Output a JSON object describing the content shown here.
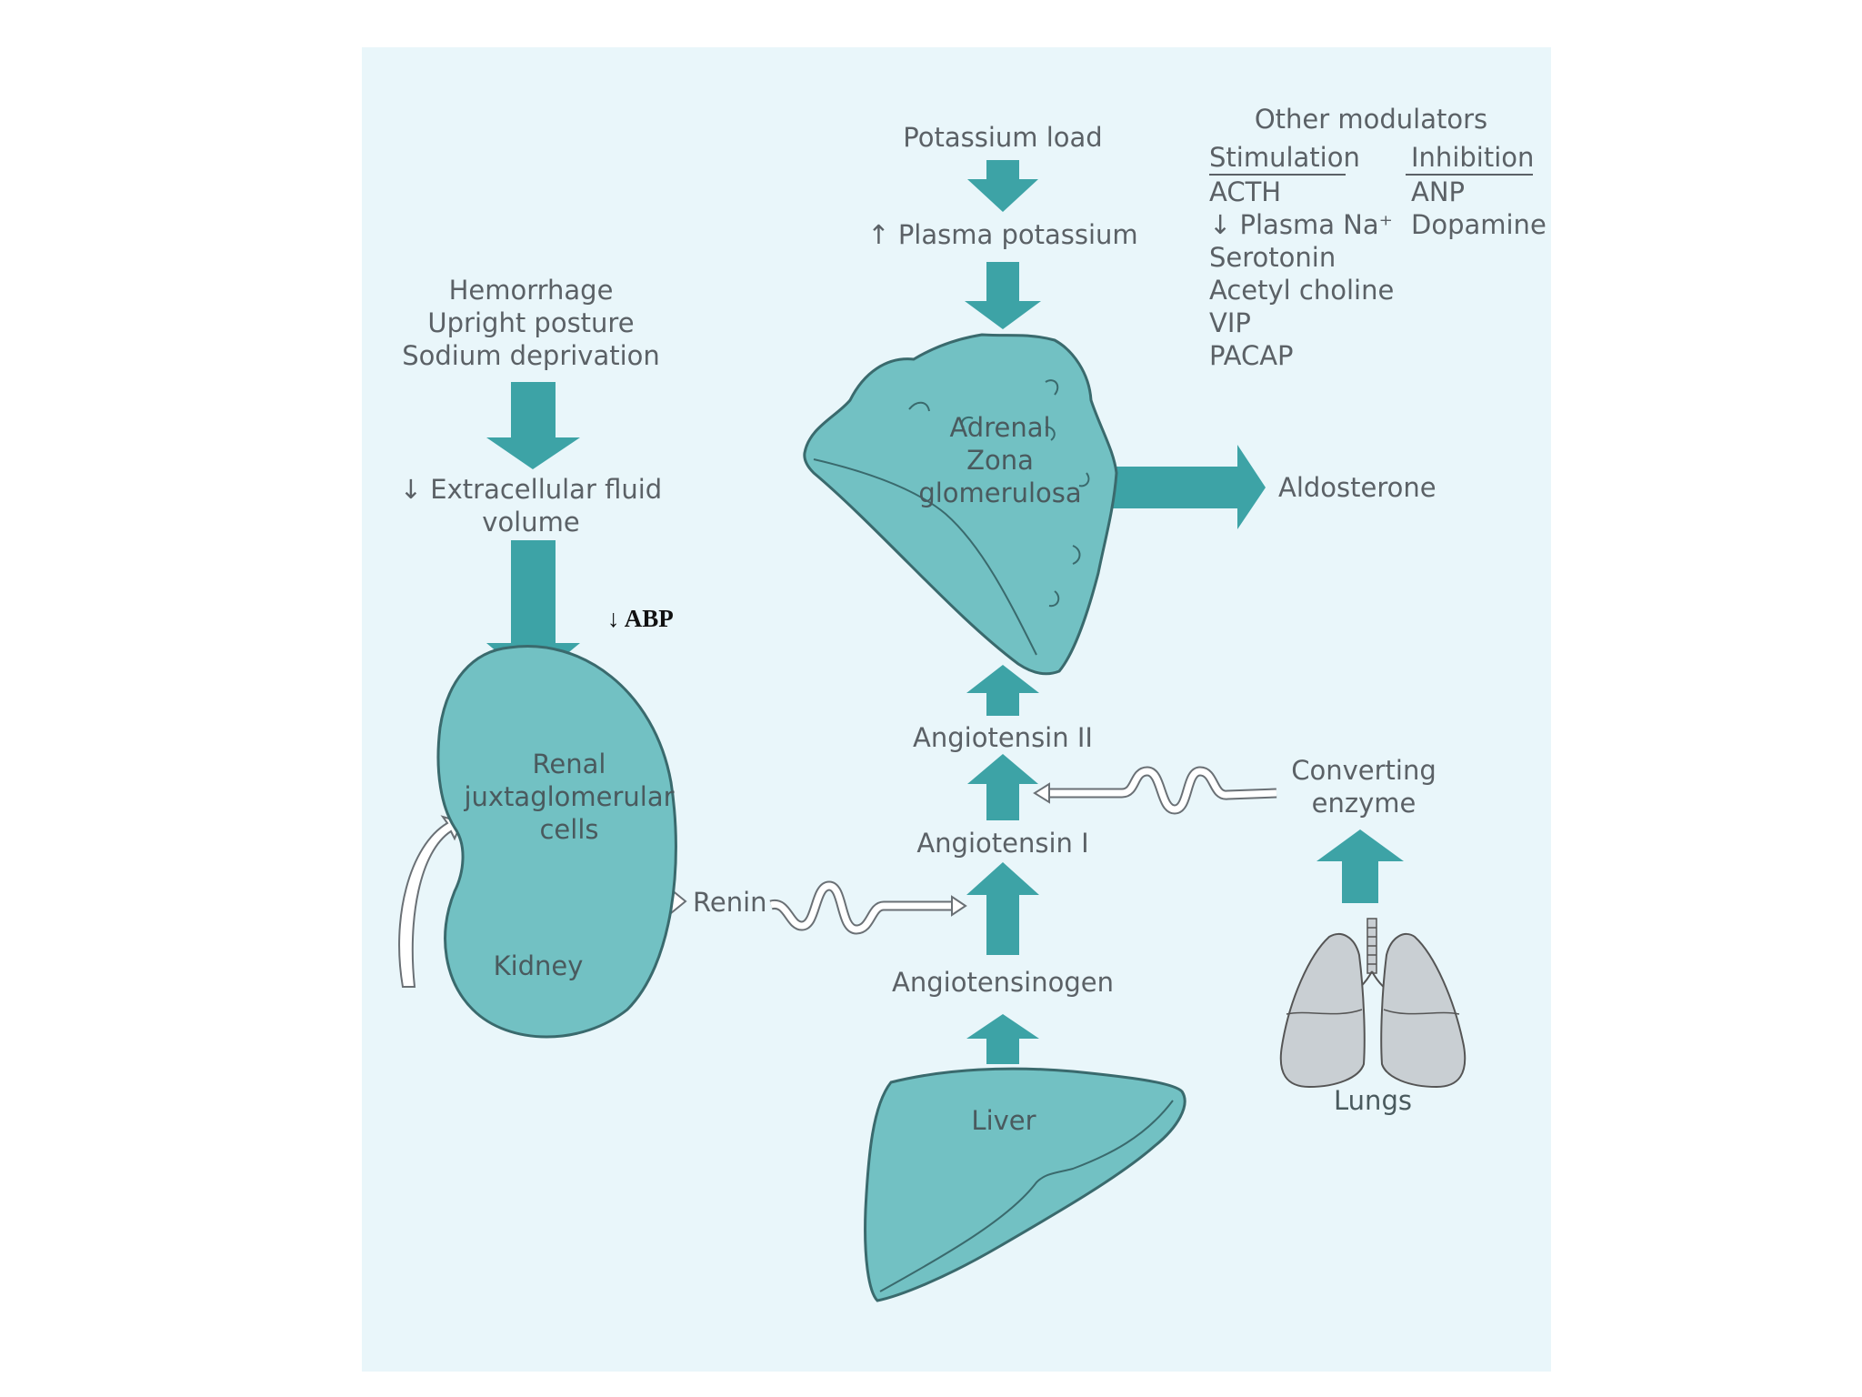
{
  "colors": {
    "teal": "#3da3a6",
    "organ_fill": "#72c1c3",
    "slide_bg": "#e9f6fa",
    "text": "#5b6166",
    "lung_fill": "#c9cfd3"
  },
  "labels": {
    "potassium_load": "Potassium load",
    "plasma_potassium": "↑ Plasma potassium",
    "modulators_title": "Other modulators",
    "stimulation_header": "Stimulation",
    "inhibition_header": "Inhibition",
    "stim_items": [
      "ACTH",
      "↓ Plasma Na⁺",
      "Serotonin",
      "Acetyl choline",
      "VIP",
      "PACAP"
    ],
    "inhib_items": [
      "ANP",
      "Dopamine"
    ],
    "stimuli": [
      "Hemorrhage",
      "Upright posture",
      "Sodium deprivation"
    ],
    "ecf_line1": "↓ Extracellular fluid",
    "ecf_line2": "volume",
    "abp": "↓ ABP",
    "adrenal": [
      "Adrenal",
      "Zona",
      "glomerulosa"
    ],
    "aldosterone": "Aldosterone",
    "renal": [
      "Renal",
      "juxtaglomerular",
      "cells"
    ],
    "kidney": "Kidney",
    "renin": "Renin",
    "angiotensin_ii": "Angiotensin II",
    "angiotensin_i": "Angiotensin I",
    "angiotensinogen": "Angiotensinogen",
    "converting_enzyme": [
      "Converting",
      "enzyme"
    ],
    "liver": "Liver",
    "lungs": "Lungs"
  }
}
